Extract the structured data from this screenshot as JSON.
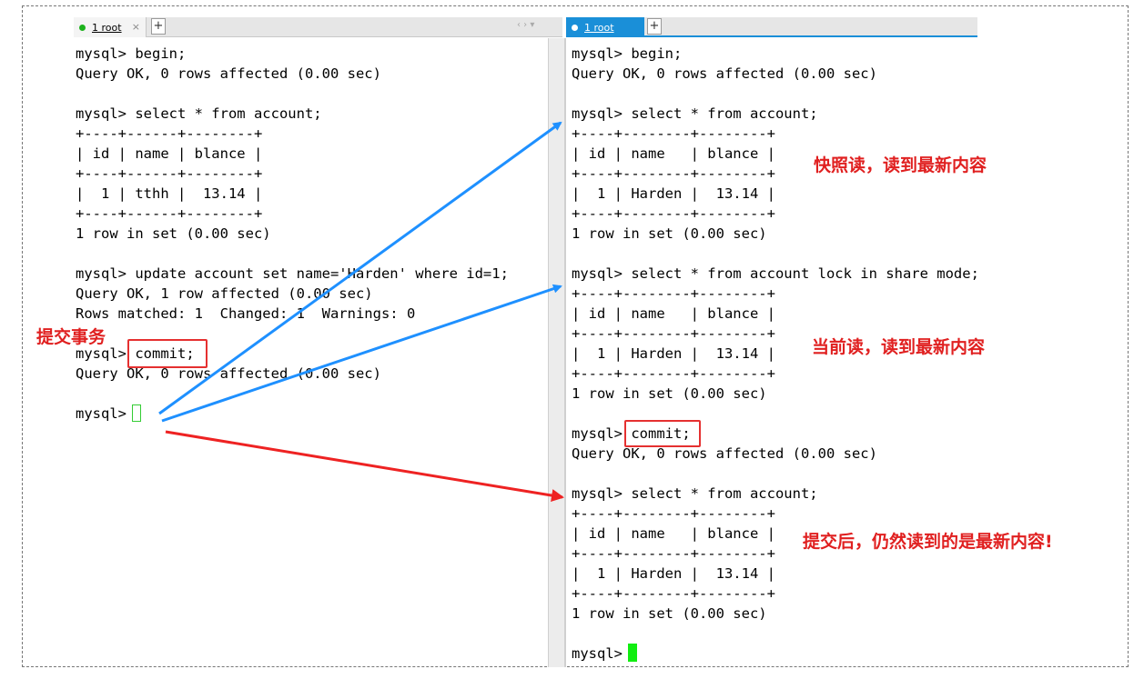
{
  "left_window": {
    "tab": {
      "label": "1 root",
      "close_glyph": "×"
    },
    "add_tab_glyph": "+",
    "nav_glyphs": "‹  ›    ▾",
    "lines": [
      "mysql> begin;",
      "Query OK, 0 rows affected (0.00 sec)",
      "",
      "mysql> select * from account;",
      "+----+------+--------+",
      "| id | name | blance |",
      "+----+------+--------+",
      "|  1 | tthh |  13.14 |",
      "+----+------+--------+",
      "1 row in set (0.00 sec)",
      "",
      "mysql> update account set name='Harden' where id=1;",
      "Query OK, 1 row affected (0.00 sec)",
      "Rows matched: 1  Changed: 1  Warnings: 0",
      "",
      "mysql> commit;",
      "Query OK, 0 rows affected (0.00 sec)",
      "",
      "mysql> "
    ]
  },
  "right_window": {
    "tab": {
      "label": "1 root"
    },
    "add_tab_glyph": "+",
    "lines": [
      "mysql> begin;",
      "Query OK, 0 rows affected (0.00 sec)",
      "",
      "mysql> select * from account;",
      "+----+--------+--------+",
      "| id | name   | blance |",
      "+----+--------+--------+",
      "|  1 | Harden |  13.14 |",
      "+----+--------+--------+",
      "1 row in set (0.00 sec)",
      "",
      "mysql> select * from account lock in share mode;",
      "+----+--------+--------+",
      "| id | name   | blance |",
      "+----+--------+--------+",
      "|  1 | Harden |  13.14 |",
      "+----+--------+--------+",
      "1 row in set (0.00 sec)",
      "",
      "mysql> commit;",
      "Query OK, 0 rows affected (0.00 sec)",
      "",
      "mysql> select * from account;",
      "+----+--------+--------+",
      "| id | name   | blance |",
      "+----+--------+--------+",
      "|  1 | Harden |  13.14 |",
      "+----+--------+--------+",
      "1 row in set (0.00 sec)",
      "",
      "mysql> "
    ]
  },
  "annotations": {
    "commit_tx": "提交事务",
    "snapshot_read": "快照读，读到最新内容",
    "current_read": "当前读，读到最新内容",
    "after_commit": "提交后，仍然读到的是最新内容!"
  },
  "colors": {
    "annotation_red": "#e02020",
    "arrow_blue": "#1e90ff",
    "arrow_red": "#ee2222",
    "active_tab": "#1a8fd8",
    "cursor_green": "#11ee11"
  },
  "icons": {
    "session_dot": "status-dot-icon",
    "close": "close-icon",
    "add_tab": "plus-icon"
  }
}
